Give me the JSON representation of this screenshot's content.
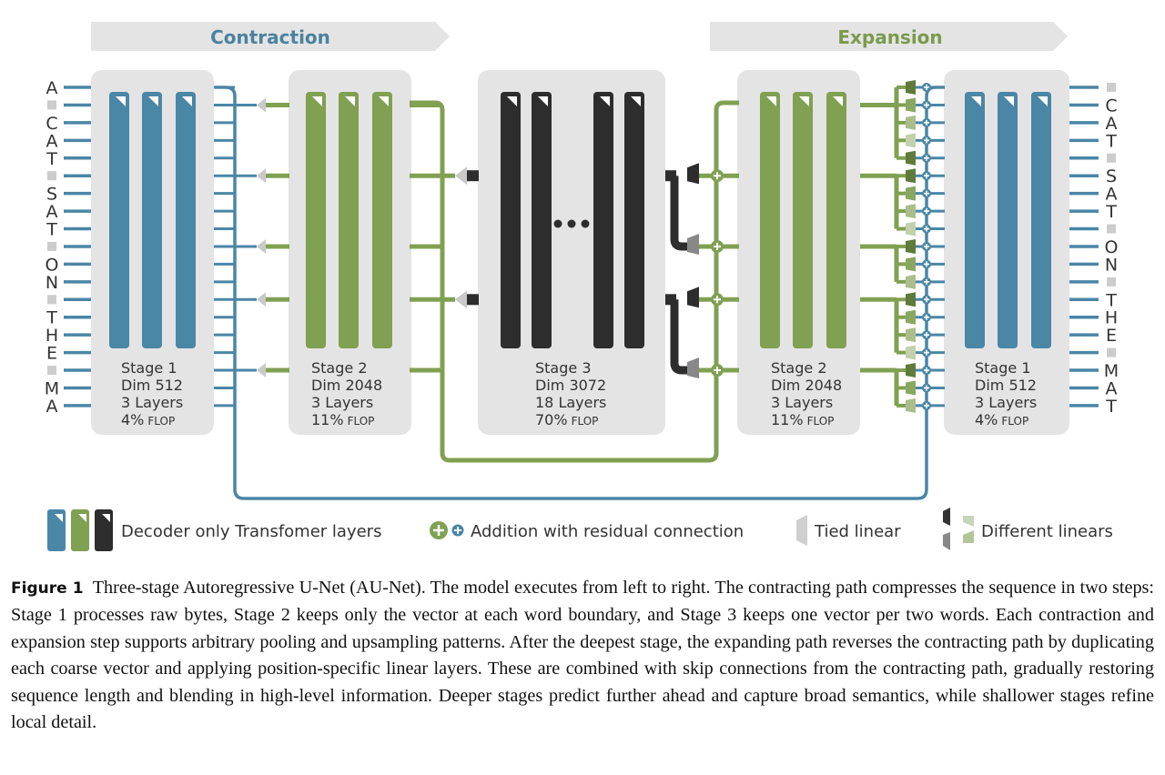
{
  "colors": {
    "blue": "#4a86a6",
    "green": "#80a052",
    "dark": "#2d2d2d",
    "panel": "#e4e4e4",
    "banner_text_blue": "#4b829e",
    "banner_text_green": "#7a9a4c"
  },
  "banners": {
    "contraction": "Contraction",
    "expansion": "Expansion"
  },
  "input_tokens": [
    "A",
    "■",
    "C",
    "A",
    "T",
    "■",
    "S",
    "A",
    "T",
    "■",
    "O",
    "N",
    "■",
    "T",
    "H",
    "E",
    "■",
    "M",
    "A"
  ],
  "output_tokens": [
    "■",
    "C",
    "A",
    "T",
    "■",
    "S",
    "A",
    "T",
    "■",
    "O",
    "N",
    "■",
    "T",
    "H",
    "E",
    "■",
    "M",
    "A",
    "T"
  ],
  "stages": {
    "s1_left": {
      "name": "Stage 1",
      "dim": "Dim 512",
      "layers": "3 Layers",
      "flop_pct": "4%",
      "flop_unit": "FLOP"
    },
    "s2_left": {
      "name": "Stage 2",
      "dim": "Dim 2048",
      "layers": "3 Layers",
      "flop_pct": "11%",
      "flop_unit": "FLOP"
    },
    "s3": {
      "name": "Stage 3",
      "dim": "Dim 3072",
      "layers": "18 Layers",
      "flop_pct": "70%",
      "flop_unit": "FLOP"
    },
    "s2_right": {
      "name": "Stage 2",
      "dim": "Dim 2048",
      "layers": "3 Layers",
      "flop_pct": "11%",
      "flop_unit": "FLOP"
    },
    "s1_right": {
      "name": "Stage 1",
      "dim": "Dim 512",
      "layers": "3 Layers",
      "flop_pct": "4%",
      "flop_unit": "FLOP"
    }
  },
  "legend": {
    "decoder": "Decoder only Transfomer layers",
    "addition": "Addition with residual connection",
    "tied": "Tied linear",
    "different": "Different linears"
  },
  "caption": {
    "label": "Figure 1",
    "text": "Three-stage Autoregressive U-Net (AU-Net). The model executes from left to right. The contracting path compresses the sequence in two steps: Stage 1 processes raw bytes, Stage 2 keeps only the vector at each word boundary, and Stage 3 keeps one vector per two words. Each contraction and expansion step supports arbitrary pooling and upsampling patterns. After the deepest stage, the expanding path reverses the contracting path by duplicating each coarse vector and applying position-specific linear layers. These are combined with skip connections from the contracting path, gradually restoring sequence length and blending in high-level information. Deeper stages predict further ahead and capture broad semantics, while shallower stages refine local detail."
  }
}
